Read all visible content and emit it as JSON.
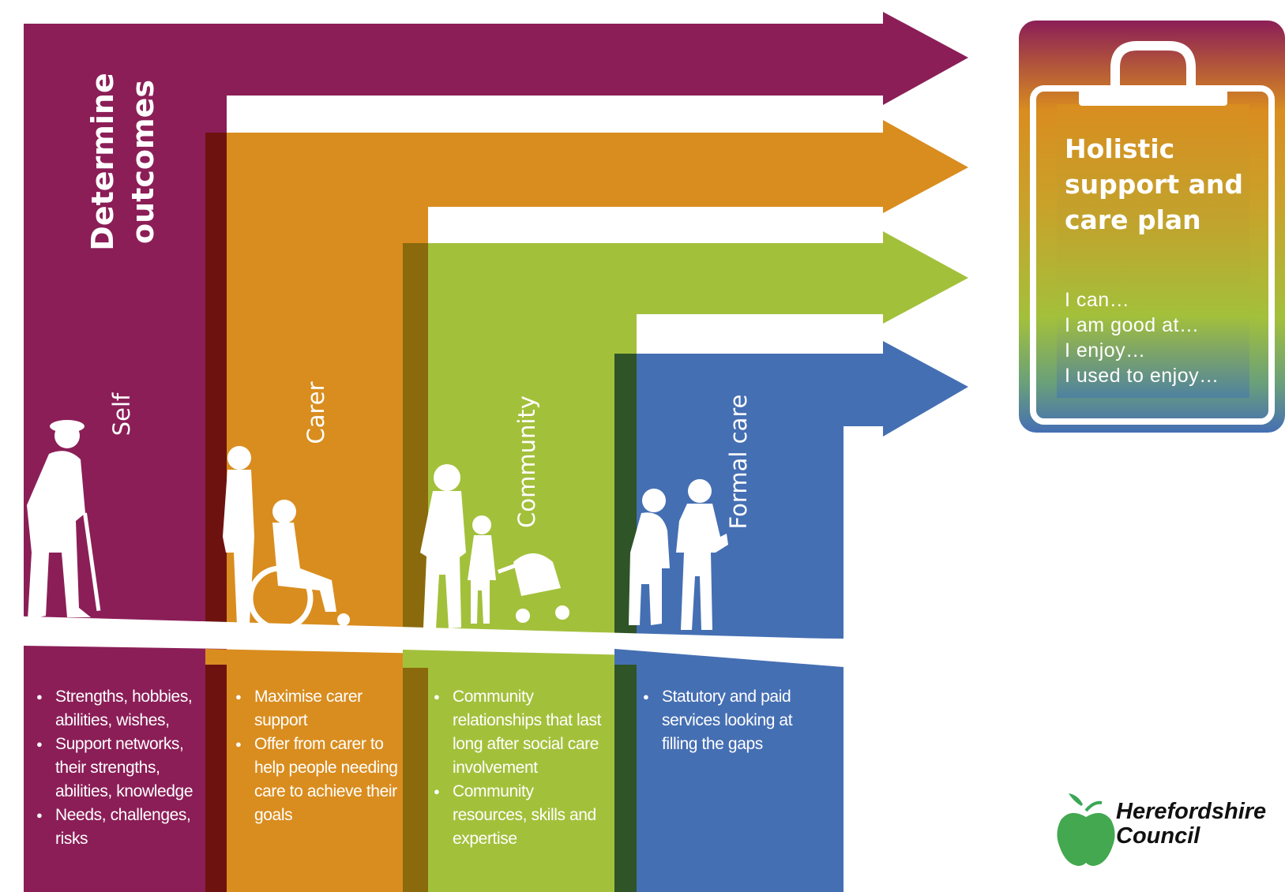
{
  "colors": {
    "self": "#8b1e57",
    "carer": "#d98d1f",
    "community": "#a3c03b",
    "formal": "#456fb3",
    "white": "#ffffff"
  },
  "columns": [
    {
      "key": "self",
      "label": "Self",
      "figure": "elderly-man-with-cane-icon",
      "bullets": [
        "Strengths, hobbies, abilities, wishes,",
        "Support networks, their strengths, abilities, knowledge",
        "Needs, challenges, risks"
      ]
    },
    {
      "key": "carer",
      "label": "Carer",
      "figure": "carer-and-wheelchair-user-icon",
      "bullets": [
        "Maximise carer support",
        "Offer from carer to help people needing care to achieve their goals"
      ]
    },
    {
      "key": "community",
      "label": "Community",
      "figure": "adult-child-and-pram-icon",
      "bullets": [
        "Community relationships that last long after social care involvement",
        "Community resources, skills and expertise"
      ]
    },
    {
      "key": "formal",
      "label": "Formal care",
      "figure": "care-worker-and-elderly-person-icon",
      "bullets": [
        "Statutory and paid services looking at filling the gaps"
      ]
    }
  ],
  "determine": {
    "line1": "Determine",
    "line2": "outcomes"
  },
  "clipboard": {
    "title": "Holistic support and care plan",
    "lines": [
      "I can…",
      "I am good at…",
      "I enjoy…",
      "I used to enjoy…"
    ],
    "icon": "clipboard-icon"
  },
  "logo": {
    "line1": "Herefordshire",
    "line2": "Council",
    "icon": "apple-icon"
  }
}
